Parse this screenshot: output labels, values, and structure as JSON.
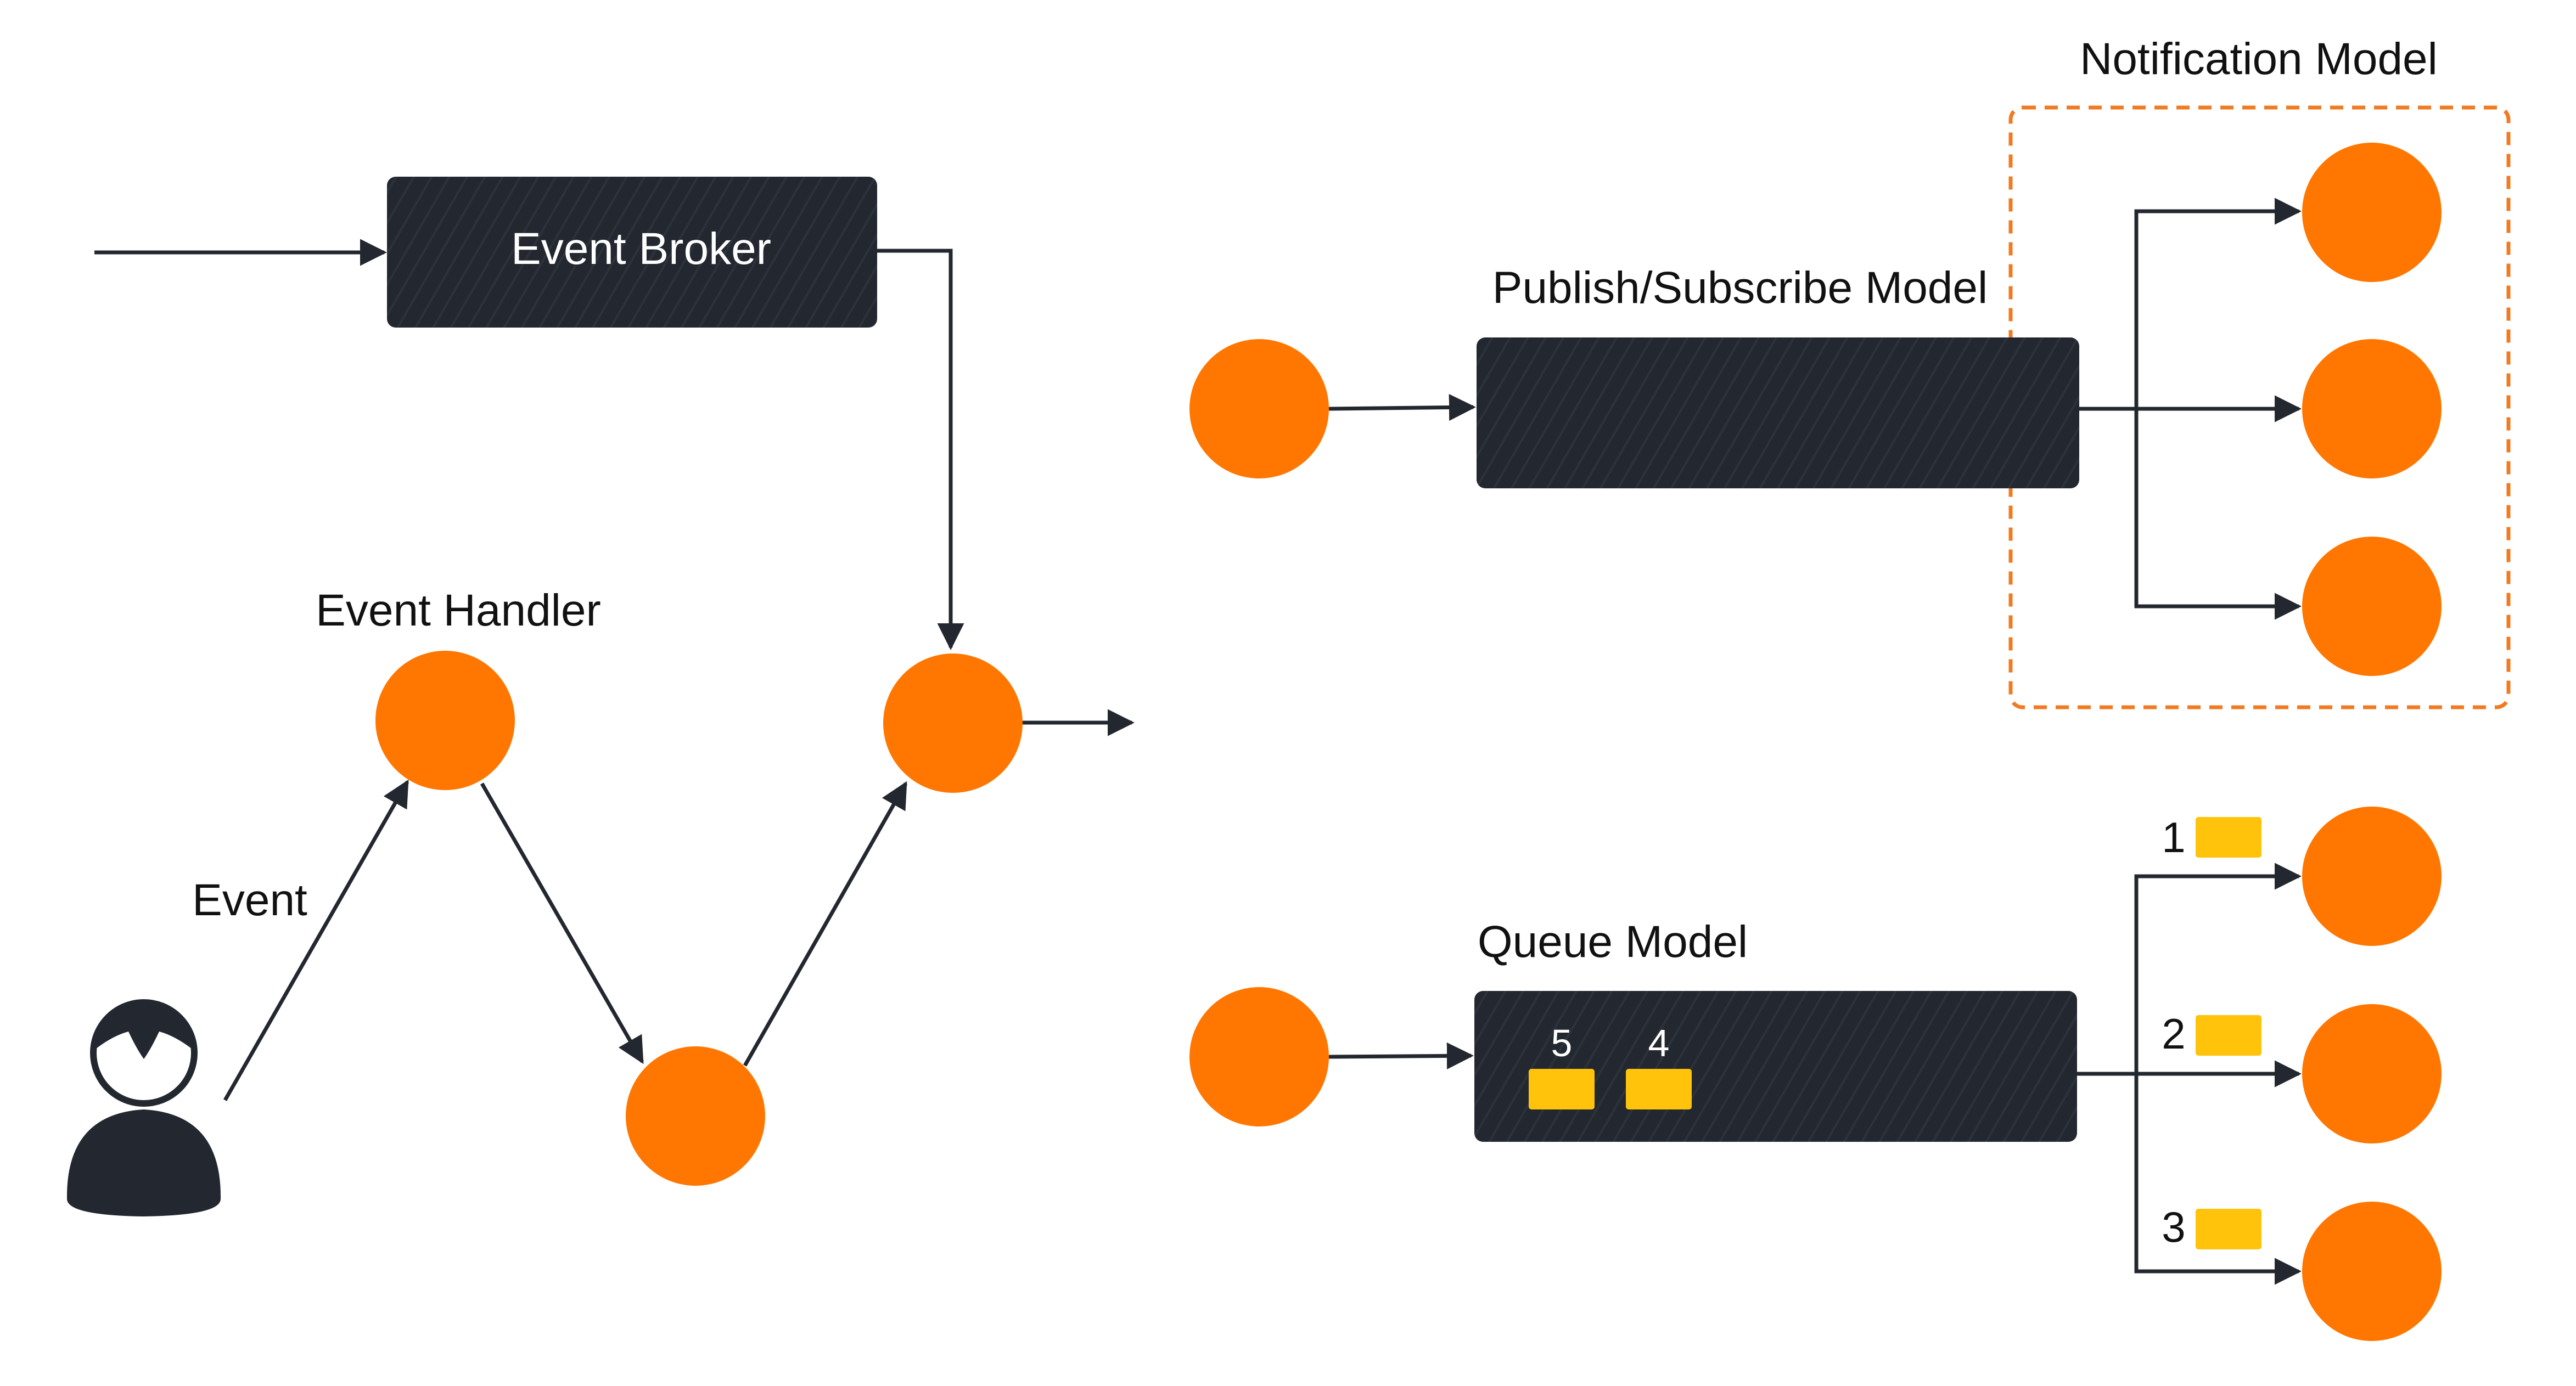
{
  "labels": {
    "event_broker": "Event Broker",
    "event_handler": "Event Handler",
    "event": "Event",
    "pubsub_model": "Publish/Subscribe Model",
    "notification_model": "Notification Model",
    "queue_model": "Queue Model"
  },
  "queue_messages": [
    "5",
    "4"
  ],
  "queue_deliveries": [
    "1",
    "2",
    "3"
  ],
  "colors": {
    "node": "#FF7700",
    "box": "#232830",
    "box_text": "#FFFFFF",
    "message": "#FFC30B",
    "dashed_border": "#F07B22",
    "arrow": "#232830",
    "text": "#111111"
  }
}
